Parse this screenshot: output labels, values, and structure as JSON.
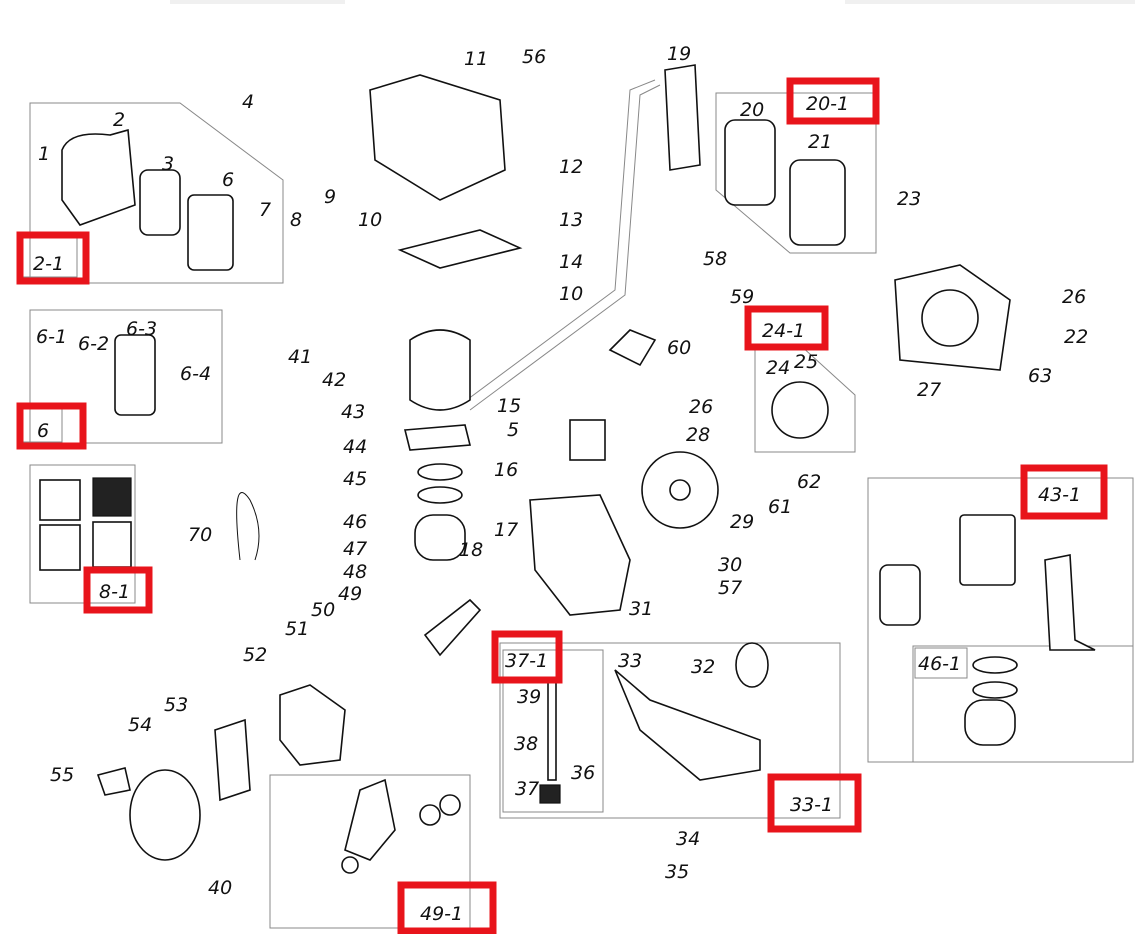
{
  "part_numbers": [
    "1",
    "2",
    "3",
    "4",
    "6",
    "7",
    "8",
    "9",
    "10",
    "11",
    "56",
    "12",
    "13",
    "14",
    "10",
    "41",
    "42",
    "43",
    "44",
    "45",
    "46",
    "47",
    "48",
    "49",
    "50",
    "51",
    "52",
    "53",
    "54",
    "55",
    "40",
    "70",
    "16",
    "17",
    "18",
    "15",
    "5",
    "19",
    "20",
    "21",
    "23",
    "58",
    "59",
    "60",
    "26",
    "28",
    "29",
    "30",
    "57",
    "31",
    "61",
    "62",
    "24",
    "25",
    "26",
    "22",
    "63",
    "27",
    "32",
    "33",
    "39",
    "38",
    "36",
    "37",
    "34",
    "35",
    "6-1",
    "6-2",
    "6-3",
    "6-4"
  ],
  "kits": [
    "2-1",
    "6",
    "8-1",
    "20-1",
    "24-1",
    "43-1",
    "37-1",
    "33-1",
    "49-1",
    "46-1"
  ],
  "colors": {
    "highlight": "#e8141b",
    "line": "#111111",
    "frame": "#888888"
  }
}
